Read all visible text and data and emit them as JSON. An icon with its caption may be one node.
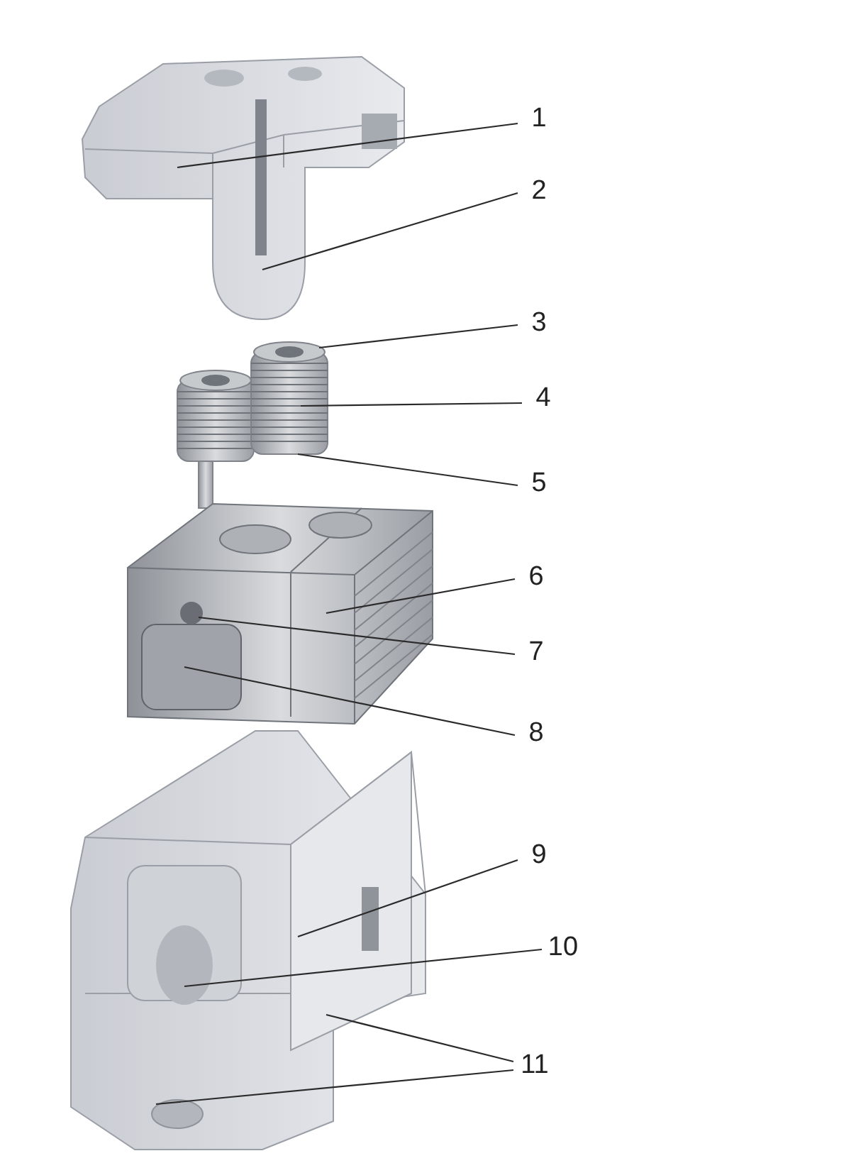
{
  "diagram": {
    "nodes": [
      {
        "text": [
          "1"
        ]
      },
      {
        "text": [
          "2"
        ]
      },
      {
        "text": [
          "3"
        ]
      },
      {
        "text": [
          "4"
        ]
      },
      {
        "text": [
          "5"
        ]
      },
      {
        "text": [
          "6"
        ]
      },
      {
        "text": [
          "7"
        ]
      },
      {
        "text": [
          "8"
        ]
      },
      {
        "text": [
          "9"
        ]
      },
      {
        "text": [
          "10"
        ]
      },
      {
        "text": [
          "11"
        ]
      }
    ],
    "edges": [
      {
        "from": 0,
        "to": null,
        "arrow": "none"
      },
      {
        "from": 1,
        "to": null,
        "arrow": "none"
      },
      {
        "from": 2,
        "to": null,
        "arrow": "none"
      },
      {
        "from": 3,
        "to": null,
        "arrow": "none"
      },
      {
        "from": 4,
        "to": null,
        "arrow": "none"
      },
      {
        "from": 5,
        "to": null,
        "arrow": "none"
      },
      {
        "from": 6,
        "to": null,
        "arrow": "none"
      },
      {
        "from": 7,
        "to": null,
        "arrow": "none"
      },
      {
        "from": 8,
        "to": null,
        "arrow": "none"
      },
      {
        "from": 9,
        "to": null,
        "arrow": "none"
      },
      {
        "from": 10,
        "to": null,
        "arrow": "none"
      },
      {
        "from": 10,
        "to": null,
        "arrow": "none"
      }
    ]
  }
}
